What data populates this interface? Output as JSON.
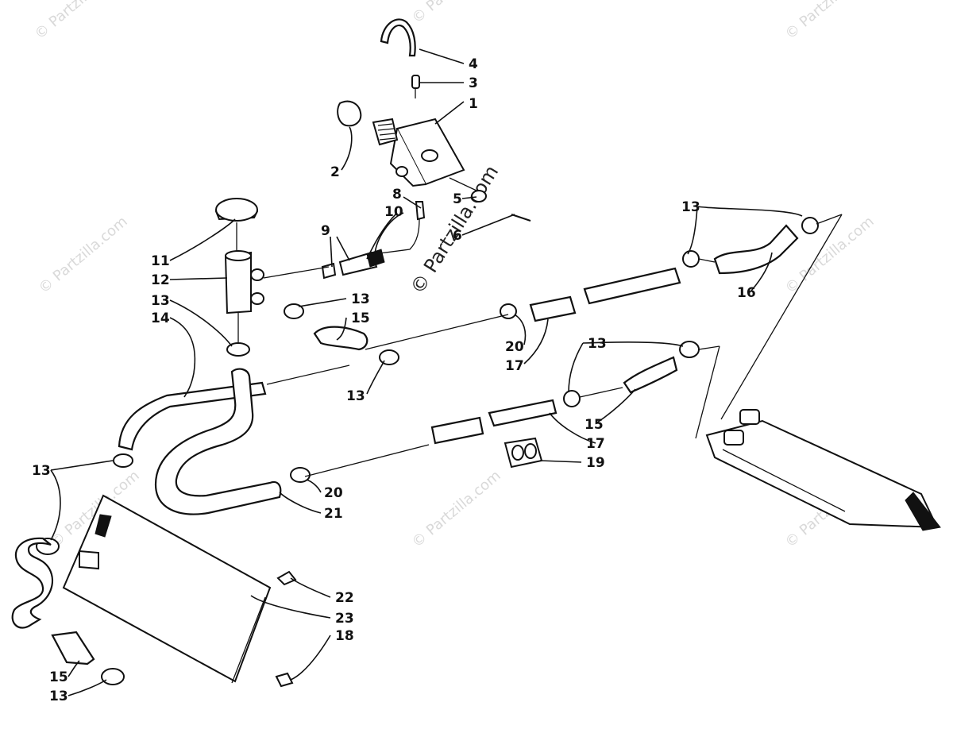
{
  "watermark": "© Partzilla.com",
  "callouts": [
    {
      "id": "c1",
      "text": "1"
    },
    {
      "id": "c2",
      "text": "2"
    },
    {
      "id": "c3",
      "text": "3"
    },
    {
      "id": "c4",
      "text": "4"
    },
    {
      "id": "c5",
      "text": "5"
    },
    {
      "id": "c6",
      "text": "6"
    },
    {
      "id": "c8",
      "text": "8"
    },
    {
      "id": "c9",
      "text": "9"
    },
    {
      "id": "c10",
      "text": "10"
    },
    {
      "id": "c11",
      "text": "11"
    },
    {
      "id": "c12",
      "text": "12"
    },
    {
      "id": "c13a",
      "text": "13"
    },
    {
      "id": "c14",
      "text": "14"
    },
    {
      "id": "c13b",
      "text": "13"
    },
    {
      "id": "c15a",
      "text": "15"
    },
    {
      "id": "c13c",
      "text": "13"
    },
    {
      "id": "c20a",
      "text": "20"
    },
    {
      "id": "c17a",
      "text": "17"
    },
    {
      "id": "c13d",
      "text": "13"
    },
    {
      "id": "c16",
      "text": "16"
    },
    {
      "id": "c13e",
      "text": "13"
    },
    {
      "id": "c15b",
      "text": "15"
    },
    {
      "id": "c17b",
      "text": "17"
    },
    {
      "id": "c19",
      "text": "19"
    },
    {
      "id": "c13f",
      "text": "13"
    },
    {
      "id": "c20b",
      "text": "20"
    },
    {
      "id": "c21",
      "text": "21"
    },
    {
      "id": "c22",
      "text": "22"
    },
    {
      "id": "c23",
      "text": "23"
    },
    {
      "id": "c18",
      "text": "18"
    },
    {
      "id": "c15c",
      "text": "15"
    },
    {
      "id": "c13g",
      "text": "13"
    }
  ]
}
